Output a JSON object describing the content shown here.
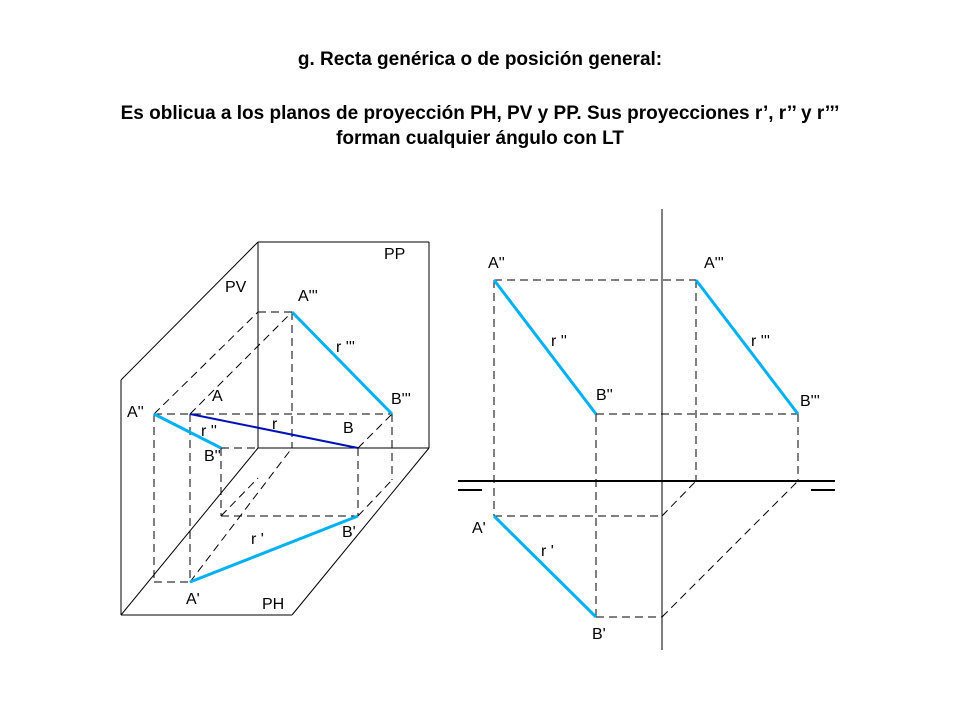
{
  "heading": {
    "line1": "g. Recta genérica o de posición general:",
    "line2": "Es oblicua a los planos de proyección PH, PV y PP. Sus proyecciones r’, r’’ y r’’’",
    "line3": "forman cualquier ángulo con LT"
  },
  "perspective": {
    "planes": {
      "pp": "PP",
      "pv": "PV",
      "ph": "PH"
    },
    "points": {
      "a": "A",
      "b": "B",
      "a2": "A''",
      "b2": "B''",
      "a3": "A'''",
      "b3": "B'''",
      "a1": "A'",
      "b1": "B'"
    },
    "lines": {
      "r": "r",
      "r2": "r ''",
      "r3": "r '''",
      "r1": "r '"
    }
  },
  "orthographic": {
    "points": {
      "a2": "A''",
      "b2": "B''",
      "a3": "A'''",
      "b3": "B'''",
      "a1": "A'",
      "b1": "B'"
    },
    "lines": {
      "r2": "r ''",
      "r3": "r '''",
      "r1": "r '"
    }
  },
  "colors": {
    "projection": "#00b0f0",
    "space_line": "#0010b8"
  }
}
